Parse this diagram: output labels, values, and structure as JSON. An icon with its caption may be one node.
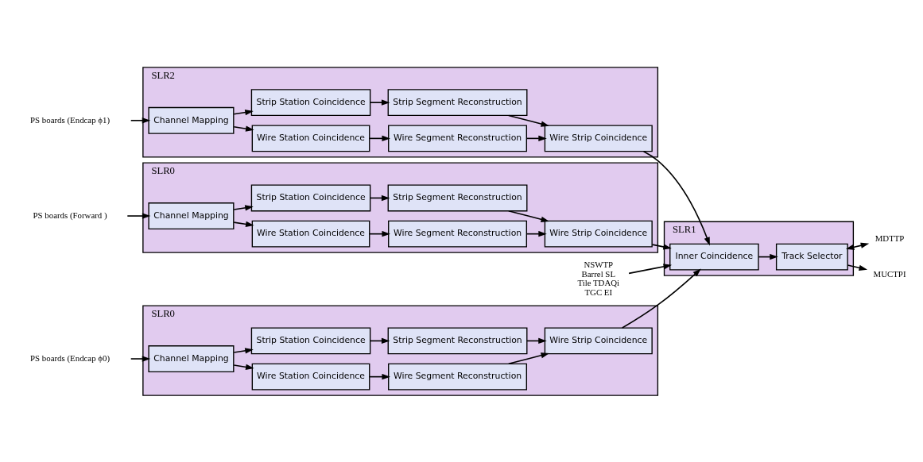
{
  "diagram": {
    "nodes": [
      {
        "text": [
          "SLR0"
        ]
      },
      {
        "text": [
          "Channel Mapping"
        ],
        "in": 0
      },
      {
        "text": [
          "Wire Station Coincidence"
        ],
        "in": 0
      },
      {
        "text": [
          "Strip Station Coincidence"
        ],
        "in": 0
      },
      {
        "text": [
          "Wire Segment Reconstruction"
        ],
        "in": 0
      },
      {
        "text": [
          "Strip Segment Reconstruction"
        ],
        "in": 0
      },
      {
        "text": [
          "Wire Strip Coincidence"
        ],
        "in": 0
      },
      {
        "text": [
          "SLR1"
        ]
      },
      {
        "text": [
          "Inner Coincidence"
        ],
        "in": 7
      },
      {
        "text": [
          "Track Selector"
        ],
        "in": 7
      },
      {
        "text": [
          "SLR2"
        ]
      },
      {
        "text": [
          "Channel Mapping"
        ],
        "in": 10
      },
      {
        "text": [
          "Wire Station Coincidence"
        ],
        "in": 10
      },
      {
        "text": [
          "Strip Station Coincidence"
        ],
        "in": 10
      },
      {
        "text": [
          "Wire Segment Reconstruction"
        ],
        "in": 10
      },
      {
        "text": [
          "Strip Segment Reconstruction"
        ],
        "in": 10
      },
      {
        "text": [
          "Wire Strip Coincidence"
        ],
        "in": 10
      },
      {
        "text": [
          "SLR0"
        ]
      },
      {
        "text": [
          "Channel Mapping"
        ],
        "in": 17
      },
      {
        "text": [
          "Wire Station Coincidence"
        ],
        "in": 17
      },
      {
        "text": [
          "Strip Station Coincidence"
        ],
        "in": 17
      },
      {
        "text": [
          "Wire Segment Reconstruction"
        ],
        "in": 17
      },
      {
        "text": [
          "Strip Segment Reconstruction"
        ],
        "in": 17
      },
      {
        "text": [
          "Wire Strip Coincidence"
        ],
        "in": 17
      },
      {
        "text": [
          "PS boards (Endcap ϕ0)"
        ]
      },
      {
        "text": [
          "NSWTP",
          "Barrel SL",
          "Tile TDAQi",
          "TGC EI"
        ]
      },
      {
        "text": [
          "PS boards (Endcap ϕ1)"
        ]
      },
      {
        "text": [
          "PS boards (Forward )"
        ]
      },
      {
        "text": [
          "MDTTP"
        ]
      },
      {
        "text": [
          "MUCTPI"
        ]
      }
    ],
    "edges": [
      {
        "from": 24,
        "to": 1,
        "arrow": "to"
      },
      {
        "from": 1,
        "to": 2,
        "arrow": "to"
      },
      {
        "from": 1,
        "to": 3,
        "arrow": "to"
      },
      {
        "from": 2,
        "to": 4,
        "arrow": "to"
      },
      {
        "from": 3,
        "to": 5,
        "arrow": "to"
      },
      {
        "from": 4,
        "to": 6,
        "arrow": "to"
      },
      {
        "from": 5,
        "to": 6,
        "arrow": "to"
      },
      {
        "from": 6,
        "to": 8,
        "arrow": "to"
      },
      {
        "from": 25,
        "to": 8,
        "arrow": "to"
      },
      {
        "from": 26,
        "to": 11,
        "arrow": "to"
      },
      {
        "from": 11,
        "to": 12,
        "arrow": "to"
      },
      {
        "from": 11,
        "to": 13,
        "arrow": "to"
      },
      {
        "from": 12,
        "to": 14,
        "arrow": "to"
      },
      {
        "from": 13,
        "to": 15,
        "arrow": "to"
      },
      {
        "from": 14,
        "to": 16,
        "arrow": "to"
      },
      {
        "from": 15,
        "to": 16,
        "arrow": "to"
      },
      {
        "from": 16,
        "to": 8,
        "arrow": "to"
      },
      {
        "from": 27,
        "to": 18,
        "arrow": "to"
      },
      {
        "from": 18,
        "to": 19,
        "arrow": "to"
      },
      {
        "from": 18,
        "to": 20,
        "arrow": "to"
      },
      {
        "from": 19,
        "to": 21,
        "arrow": "to"
      },
      {
        "from": 20,
        "to": 22,
        "arrow": "to"
      },
      {
        "from": 21,
        "to": 23,
        "arrow": "to"
      },
      {
        "from": 22,
        "to": 23,
        "arrow": "to"
      },
      {
        "from": 23,
        "to": 8,
        "arrow": "to"
      },
      {
        "from": 8,
        "to": 9,
        "arrow": "to"
      },
      {
        "from": 9,
        "to": 28,
        "arrow": "both"
      },
      {
        "from": 9,
        "to": 29,
        "arrow": "to"
      }
    ]
  }
}
